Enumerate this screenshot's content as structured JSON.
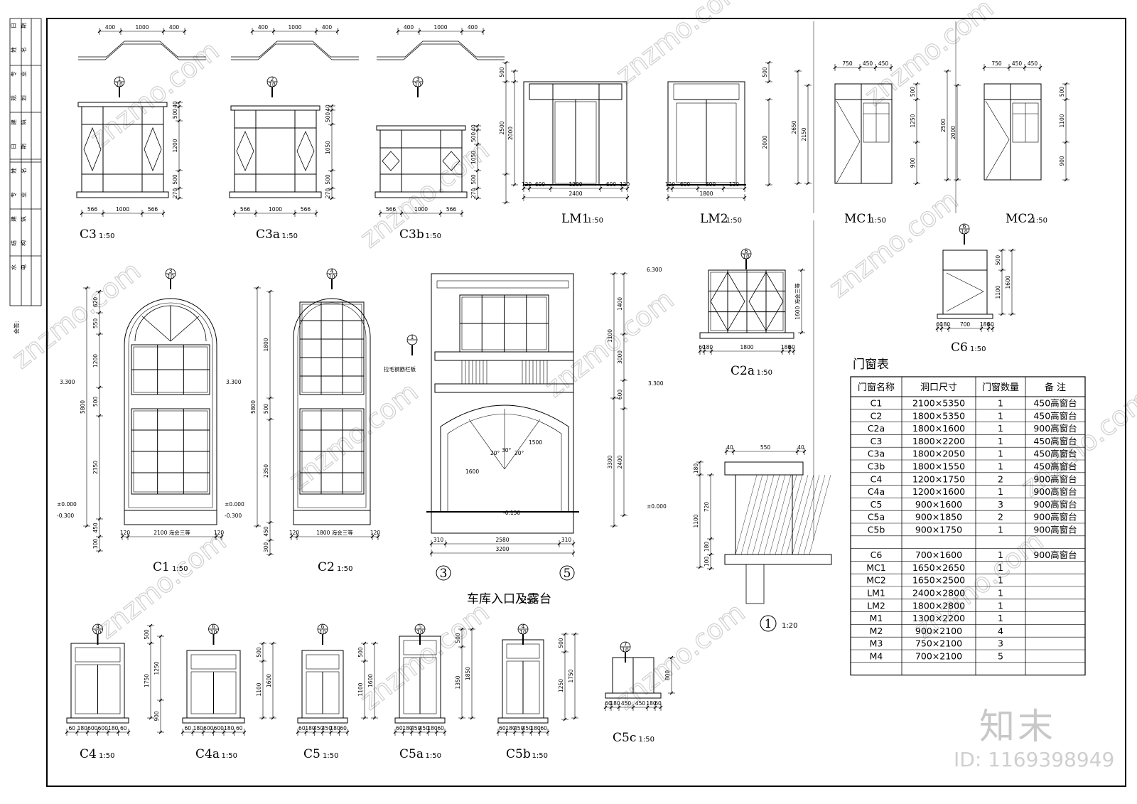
{
  "drawing": {
    "sidebar_labels": [
      "日",
      "期",
      "姓",
      "名",
      "专",
      "业",
      "规",
      "划",
      "建",
      "筑",
      "日",
      "期",
      "姓",
      "名",
      "专",
      "业",
      "建",
      "筑",
      "结",
      "构",
      "水",
      "电"
    ],
    "countersign": "会签:",
    "elements": [
      {
        "id": "C3",
        "title": "C3",
        "scale": "1:50",
        "dims": [
          "566",
          "1000",
          "566"
        ],
        "top": [
          "400",
          "1000",
          "400"
        ],
        "vdims": [
          "40",
          "500",
          "1200",
          "500",
          "270"
        ]
      },
      {
        "id": "C3a",
        "title": "C3a",
        "scale": "1:50",
        "dims": [
          "566",
          "1000",
          "566"
        ],
        "top": [
          "400",
          "1000",
          "400"
        ],
        "vdims": [
          "40",
          "500",
          "1050",
          "500",
          "270"
        ]
      },
      {
        "id": "C3b",
        "title": "C3b",
        "scale": "1:50",
        "dims": [
          "566",
          "1000",
          "566"
        ],
        "top": [
          "400",
          "1000",
          "400"
        ],
        "vdims": [
          "40",
          "500",
          "1050",
          "500",
          "270"
        ]
      },
      {
        "id": "LM1",
        "title": "LM1",
        "scale": "1:50",
        "dims": [
          "120",
          "600",
          "1200",
          "600",
          "120"
        ],
        "total": "2400",
        "vdims": [
          "500",
          "2500",
          "2000"
        ]
      },
      {
        "id": "LM2",
        "title": "LM2",
        "scale": "1:50",
        "dims": [
          "120",
          "600",
          "600",
          "120"
        ],
        "total": "1800",
        "vdims": [
          "500",
          "2000"
        ]
      },
      {
        "id": "MC1",
        "title": "MC1",
        "scale": "1:50",
        "top": [
          "750",
          "450",
          "450"
        ],
        "vdims": [
          "500",
          "1250",
          "900",
          "2650",
          "2150"
        ]
      },
      {
        "id": "MC2",
        "title": "MC2",
        "scale": "1:50",
        "top": [
          "750",
          "450",
          "450"
        ],
        "vdims": [
          "500",
          "1100",
          "900",
          "2500",
          "2000"
        ]
      },
      {
        "id": "C1",
        "title": "C1",
        "scale": "1:50",
        "dims": [
          "120",
          "2100 海会三等",
          "120"
        ],
        "vdims": [
          "620",
          "550",
          "1200",
          "500",
          "2350",
          "450",
          "300",
          "5800"
        ],
        "levels": [
          "3.300",
          "±0.000",
          "-0.300"
        ]
      },
      {
        "id": "C2",
        "title": "C2",
        "scale": "1:50",
        "dims": [
          "120",
          "1800 海会三等",
          "120"
        ],
        "vdims": [
          "1800",
          "500",
          "2350",
          "450",
          "300",
          "5800"
        ],
        "levels": [
          "3.300",
          "±0.000",
          "-0.300"
        ]
      },
      {
        "id": "garage",
        "title": "车库入口及露台",
        "scale": "1:50",
        "dims": [
          "310",
          "2580",
          "310"
        ],
        "total": "3200",
        "vdims": [
          "1400",
          "3000",
          "1100",
          "600",
          "2400",
          "3300"
        ],
        "levels": [
          "6.300",
          "3.300",
          "±0.000",
          "-0.150"
        ],
        "axes": [
          "3",
          "5"
        ],
        "note": "拉毛钢筋栏板",
        "arch": [
          "1600",
          "20°",
          "30°",
          "20°",
          "1500"
        ]
      },
      {
        "id": "C2a",
        "title": "C2a",
        "scale": "1:50",
        "dims": [
          "60",
          "180",
          "1800",
          "180",
          "60"
        ],
        "vdims": [
          "1600 海会三等"
        ]
      },
      {
        "id": "C6",
        "title": "C6",
        "scale": "1:50",
        "dims": [
          "60",
          "180",
          "700",
          "180",
          "60"
        ],
        "vdims": [
          "500",
          "1100",
          "1600"
        ]
      },
      {
        "id": "detail1",
        "title": "1",
        "scale": "1:20",
        "dims": [
          "40",
          "550",
          "40"
        ],
        "vdims": [
          "180",
          "1100",
          "720",
          "180",
          "100"
        ]
      },
      {
        "id": "C4",
        "title": "C4",
        "scale": "1:50",
        "dims": [
          "60",
          "180",
          "600",
          "600",
          "180",
          "60"
        ],
        "vdims": [
          "500",
          "1750",
          "1250",
          "900"
        ]
      },
      {
        "id": "C4a",
        "title": "C4a",
        "scale": "1:50",
        "dims": [
          "60",
          "180",
          "600",
          "600",
          "180",
          "60"
        ],
        "vdims": [
          "500",
          "1100",
          "1600"
        ]
      },
      {
        "id": "C5",
        "title": "C5",
        "scale": "1:50",
        "dims": [
          "60",
          "180",
          "450",
          "450",
          "180",
          "60"
        ],
        "vdims": [
          "500",
          "1100",
          "1600"
        ]
      },
      {
        "id": "C5a",
        "title": "C5a",
        "scale": "1:50",
        "dims": [
          "60",
          "180",
          "450",
          "450",
          "180",
          "60"
        ],
        "vdims": [
          "500",
          "1350",
          "1850"
        ]
      },
      {
        "id": "C5b",
        "title": "C5b",
        "scale": "1:50",
        "dims": [
          "60",
          "180",
          "450",
          "450",
          "180",
          "60"
        ],
        "vdims": [
          "500",
          "1250",
          "1750"
        ]
      },
      {
        "id": "C5c",
        "title": "C5c",
        "scale": "1:50",
        "dims": [
          "60",
          "180",
          "450",
          "450",
          "180",
          "60"
        ],
        "vdims": [
          "800"
        ]
      }
    ]
  },
  "schedule": {
    "title": "门窗表",
    "headers": [
      "门窗名称",
      "洞口尺寸",
      "门窗数量",
      "备 注"
    ],
    "rows": [
      [
        "C1",
        "2100×5350",
        "1",
        "450高窗台"
      ],
      [
        "C2",
        "1800×5350",
        "1",
        "450高窗台"
      ],
      [
        "C2a",
        "1800×1600",
        "1",
        "900高窗台"
      ],
      [
        "C3",
        "1800×2200",
        "1",
        "450高窗台"
      ],
      [
        "C3a",
        "1800×2050",
        "1",
        "450高窗台"
      ],
      [
        "C3b",
        "1800×1550",
        "1",
        "450高窗台"
      ],
      [
        "C4",
        "1200×1750",
        "2",
        "900高窗台"
      ],
      [
        "C4a",
        "1200×1600",
        "1",
        "900高窗台"
      ],
      [
        "C5",
        "900×1600",
        "3",
        "900高窗台"
      ],
      [
        "C5a",
        "900×1850",
        "2",
        "900高窗台"
      ],
      [
        "C5b",
        "900×1750",
        "1",
        "900高窗台"
      ],
      [
        "",
        "",
        "",
        ""
      ],
      [
        "C6",
        "700×1600",
        "1",
        "900高窗台"
      ],
      [
        "MC1",
        "1650×2650",
        "1",
        ""
      ],
      [
        "MC2",
        "1650×2500",
        "1",
        ""
      ],
      [
        "LM1",
        "2400×2800",
        "1",
        ""
      ],
      [
        "LM2",
        "1800×2800",
        "1",
        ""
      ],
      [
        "M1",
        "1300×2200",
        "1",
        ""
      ],
      [
        "M2",
        "900×2100",
        "4",
        ""
      ],
      [
        "M3",
        "750×2100",
        "3",
        ""
      ],
      [
        "M4",
        "700×2100",
        "5",
        ""
      ],
      [
        "",
        "",
        "",
        ""
      ]
    ]
  },
  "brand": {
    "logo_text": "知末",
    "id_text": "ID: 1169398949",
    "watermark": "znzmo.com"
  }
}
